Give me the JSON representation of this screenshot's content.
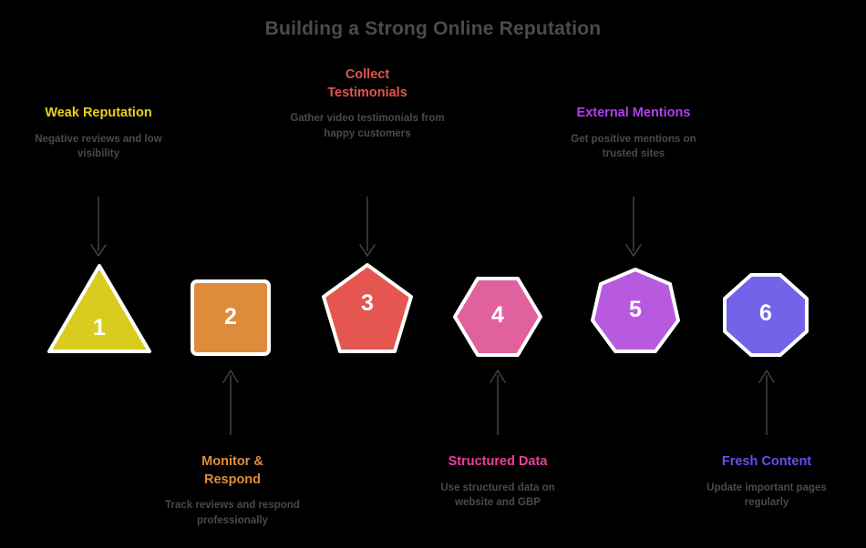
{
  "title": "Building a Strong Online Reputation",
  "theme": {
    "background": "#000000",
    "title_color": "#4b4b4b",
    "description_color": "#4a4a4a",
    "arrow_color": "#3f3f3f",
    "shape_stroke": "#ffffff",
    "number_color": "#ffffff"
  },
  "steps": [
    {
      "number": "1",
      "heading": "Weak Reputation",
      "description": "Negative reviews and low visibility",
      "color": "#d9cc1f",
      "heading_color": "#e8d21a",
      "shape": "triangle",
      "position": "top"
    },
    {
      "number": "2",
      "heading": "Monitor & Respond",
      "description": "Track reviews and respond professionally",
      "color": "#df8b3c",
      "heading_color": "#df8b3c",
      "shape": "square",
      "position": "bottom"
    },
    {
      "number": "3",
      "heading": "Collect Testimonials",
      "description": "Gather video testimonials from happy customers",
      "color": "#e4564f",
      "heading_color": "#e4544c",
      "shape": "pentagon",
      "position": "top"
    },
    {
      "number": "4",
      "heading": "Structured Data",
      "description": "Use structured data on website and GBP",
      "color": "#e1619f",
      "heading_color": "#e83f9e",
      "shape": "hexagon",
      "position": "bottom"
    },
    {
      "number": "5",
      "heading": "External Mentions",
      "description": "Get positive mentions on trusted sites",
      "color": "#b85ae0",
      "heading_color": "#b13ef0",
      "shape": "heptagon",
      "position": "top"
    },
    {
      "number": "6",
      "heading": "Fresh Content",
      "description": "Update important pages regularly",
      "color": "#7263e8",
      "heading_color": "#6450f0",
      "shape": "octagon",
      "position": "bottom"
    }
  ]
}
